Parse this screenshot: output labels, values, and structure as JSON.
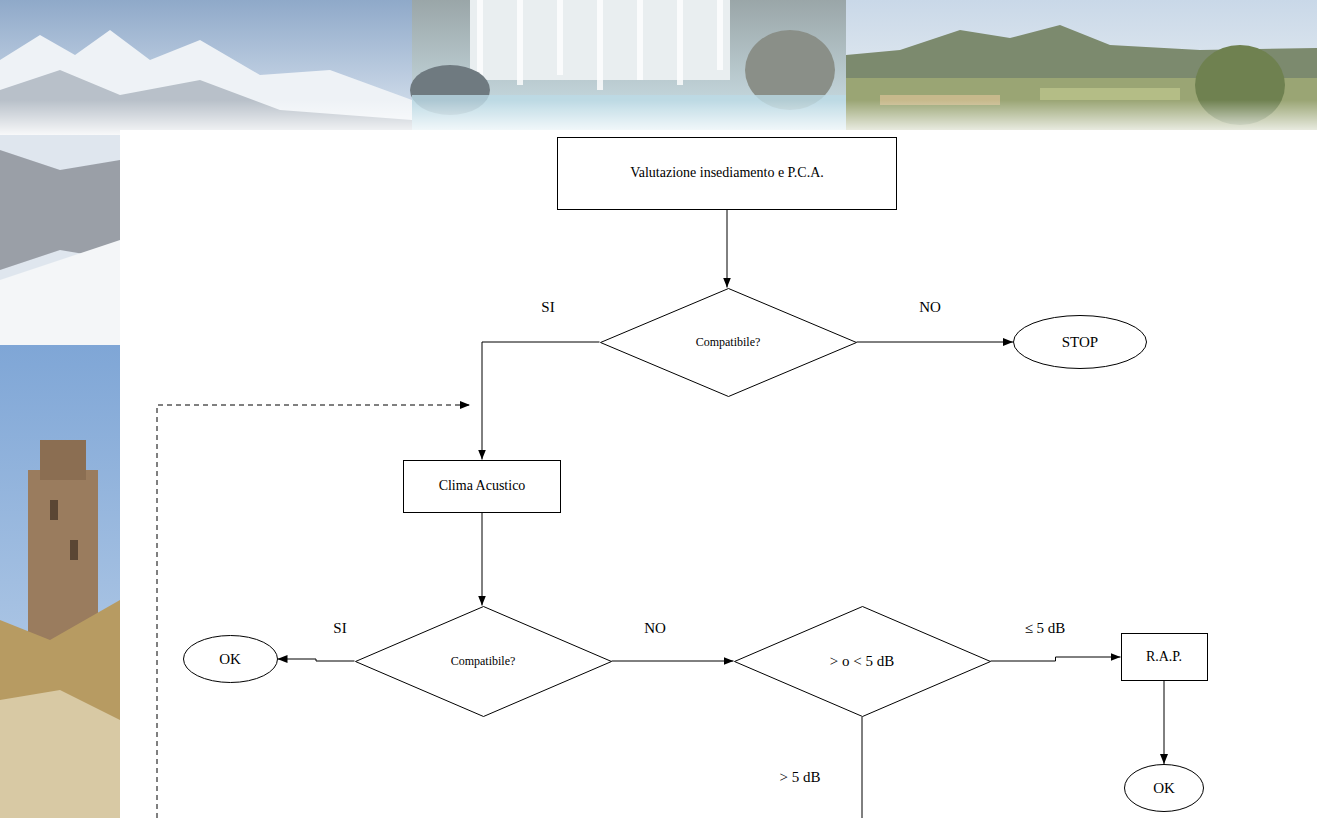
{
  "diagram": {
    "nodes": [
      {
        "text": [
          "Valutazione insediamento e P.C.A."
        ]
      },
      {
        "text": [
          "Compatibile?"
        ]
      },
      {
        "text": [
          "STOP"
        ]
      },
      {
        "text": [
          "Clima Acustico"
        ]
      },
      {
        "text": [
          "OK"
        ]
      },
      {
        "text": [
          "Compatibile?"
        ]
      },
      {
        "text": [
          "> o < 5 dB"
        ]
      },
      {
        "text": [
          "R.A.P."
        ]
      },
      {
        "text": [
          "OK"
        ]
      }
    ],
    "edges": [
      {
        "from": 0,
        "to": 1,
        "arrow": "to"
      },
      {
        "from": 1,
        "to": 3,
        "label": "SI",
        "arrow": "to"
      },
      {
        "from": 1,
        "to": 2,
        "label": "NO",
        "arrow": "to"
      },
      {
        "from": 3,
        "to": 5,
        "arrow": "to"
      },
      {
        "from": 5,
        "to": 4,
        "label": "SI",
        "arrow": "to"
      },
      {
        "from": 5,
        "to": 6,
        "label": "NO",
        "arrow": "to"
      },
      {
        "from": 6,
        "to": 7,
        "label": "≤ 5 dB",
        "arrow": "to"
      },
      {
        "from": 7,
        "to": 8,
        "arrow": "to"
      }
    ],
    "labels": [
      "> 5 dB"
    ]
  }
}
